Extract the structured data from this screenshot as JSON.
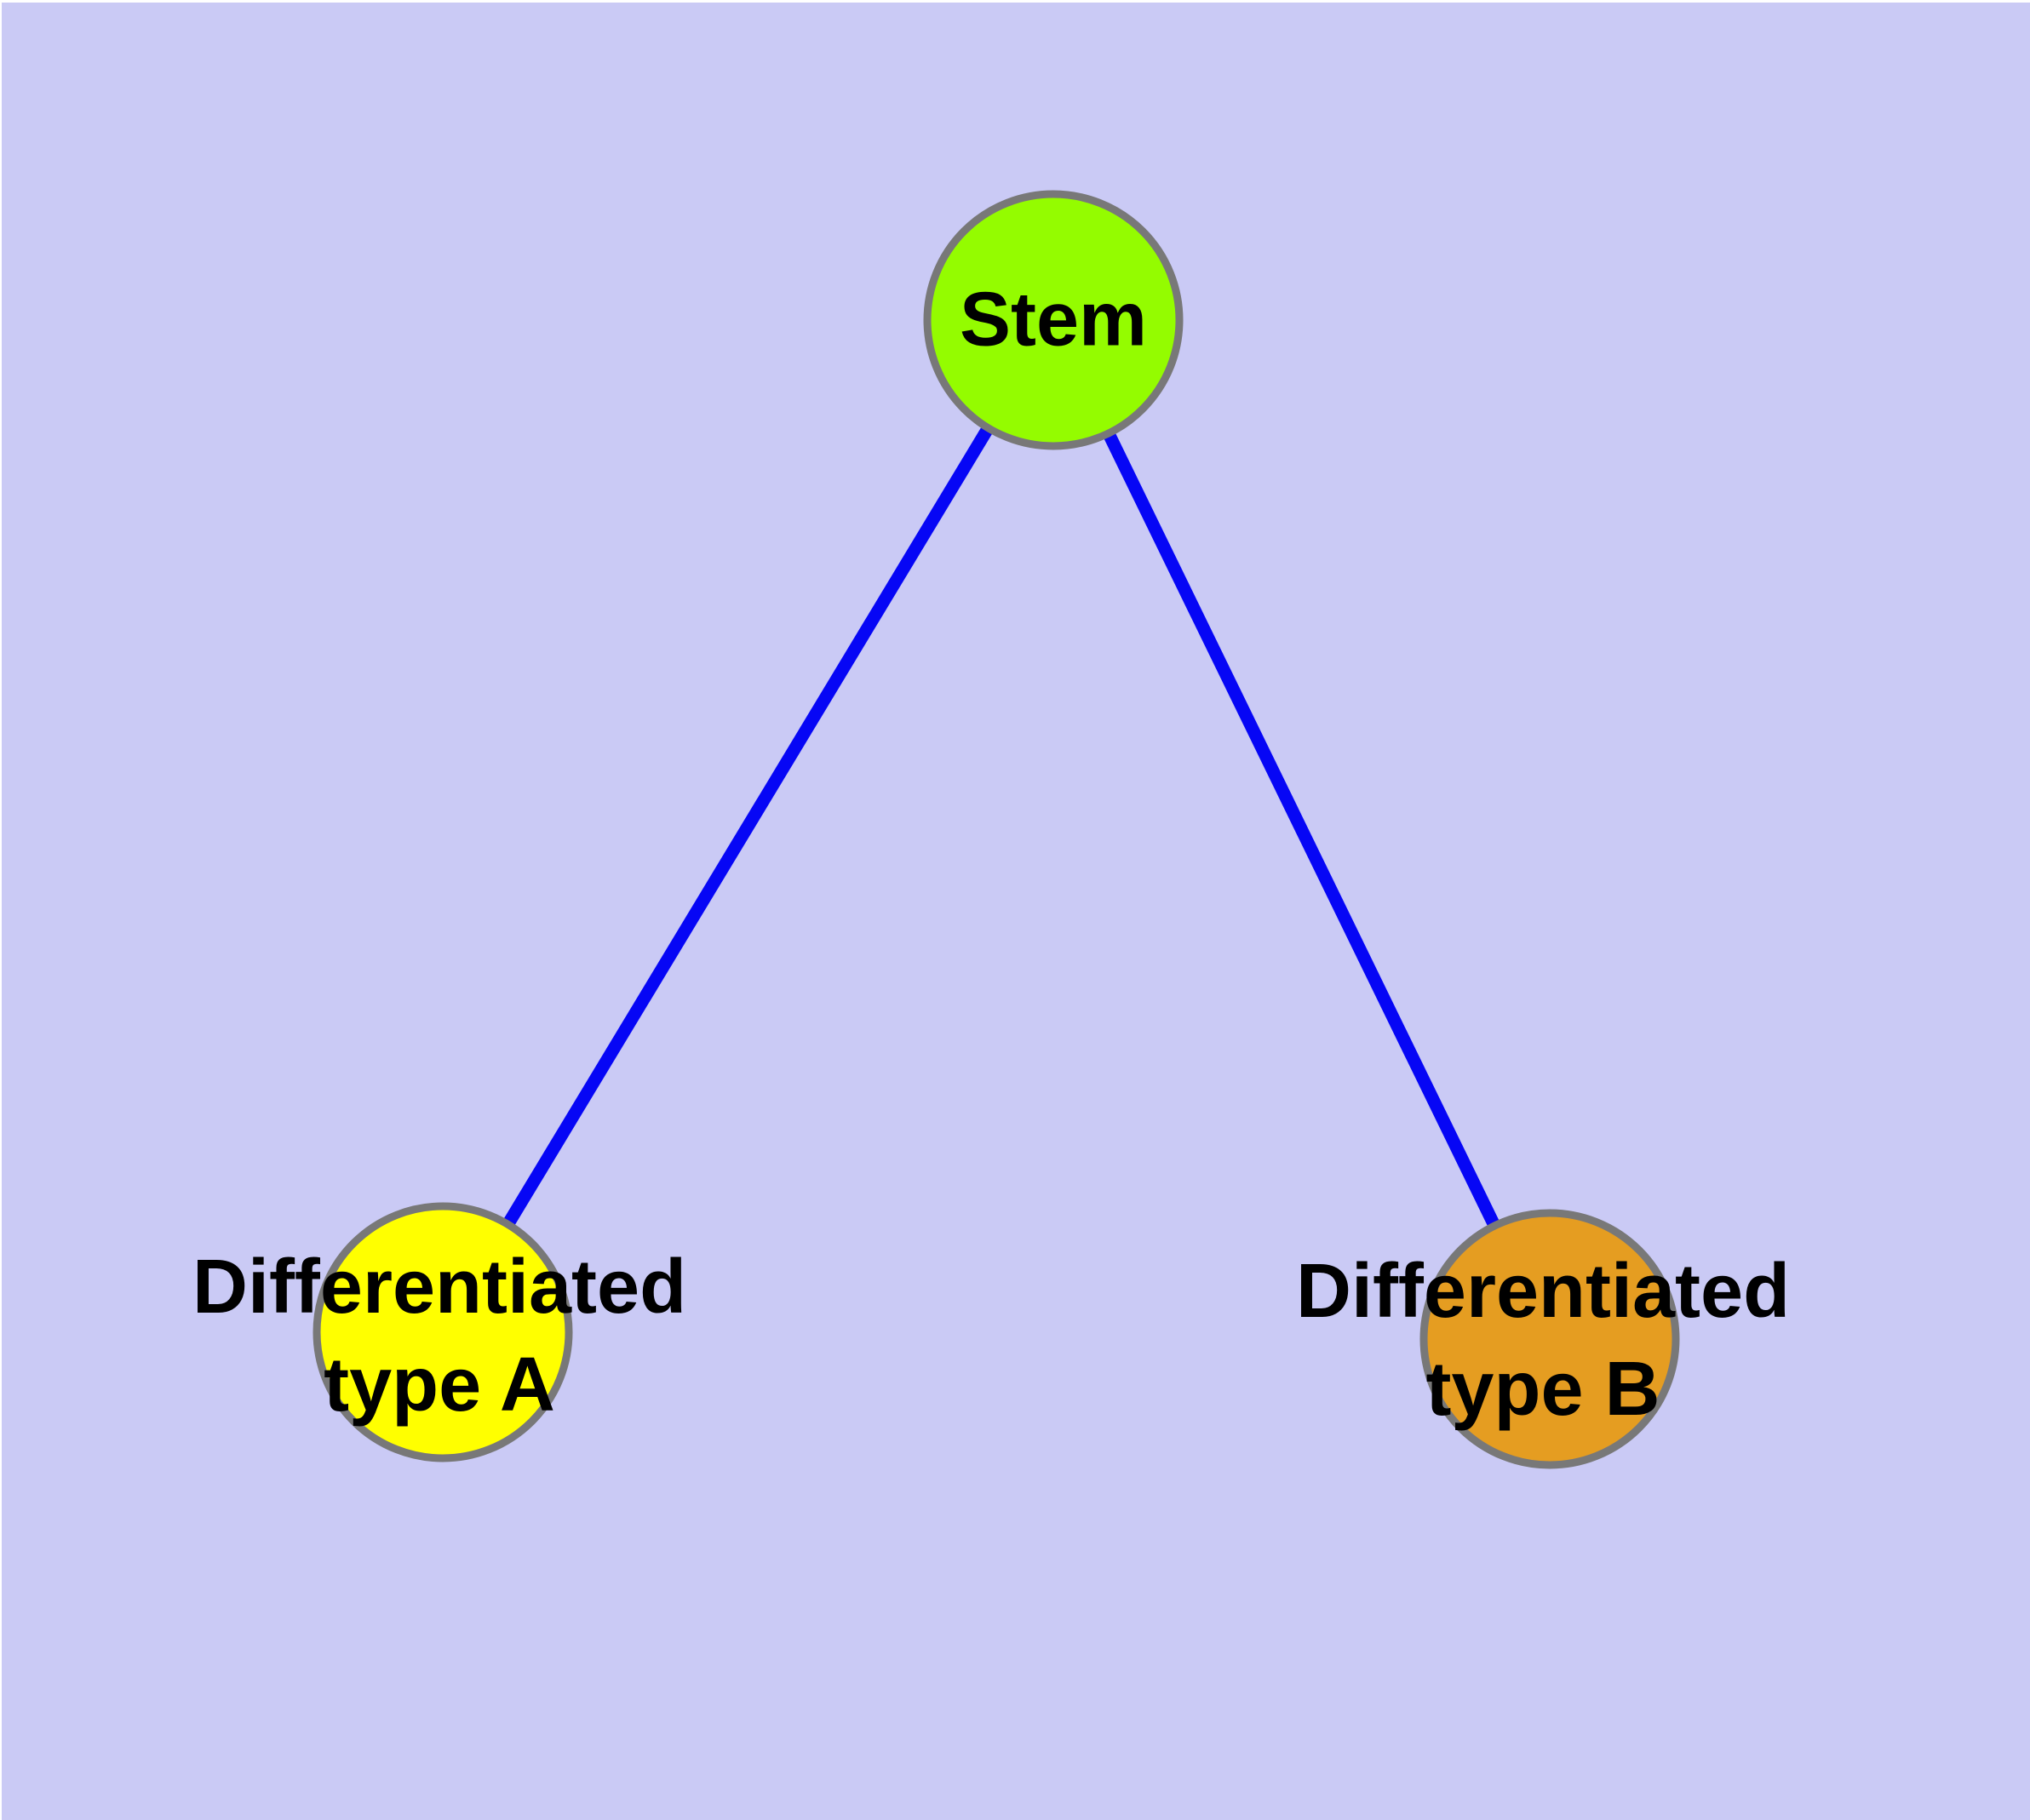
{
  "diagram": {
    "background_color": "#cacaf5",
    "frame_color": "#ffffff",
    "edge_color": "#0606f5",
    "node_border_color": "#787878",
    "label_color": "#000000",
    "nodes": {
      "stem": {
        "label": "Stem",
        "fill": "#94fc00"
      },
      "type_a": {
        "label": "Differentiated\ntype A",
        "fill": "#ffff00"
      },
      "type_b": {
        "label": "Differentiated\ntype B",
        "fill": "#e59d21"
      }
    },
    "edges": [
      {
        "from": "stem",
        "to": "type_a"
      },
      {
        "from": "stem",
        "to": "type_b"
      }
    ]
  }
}
